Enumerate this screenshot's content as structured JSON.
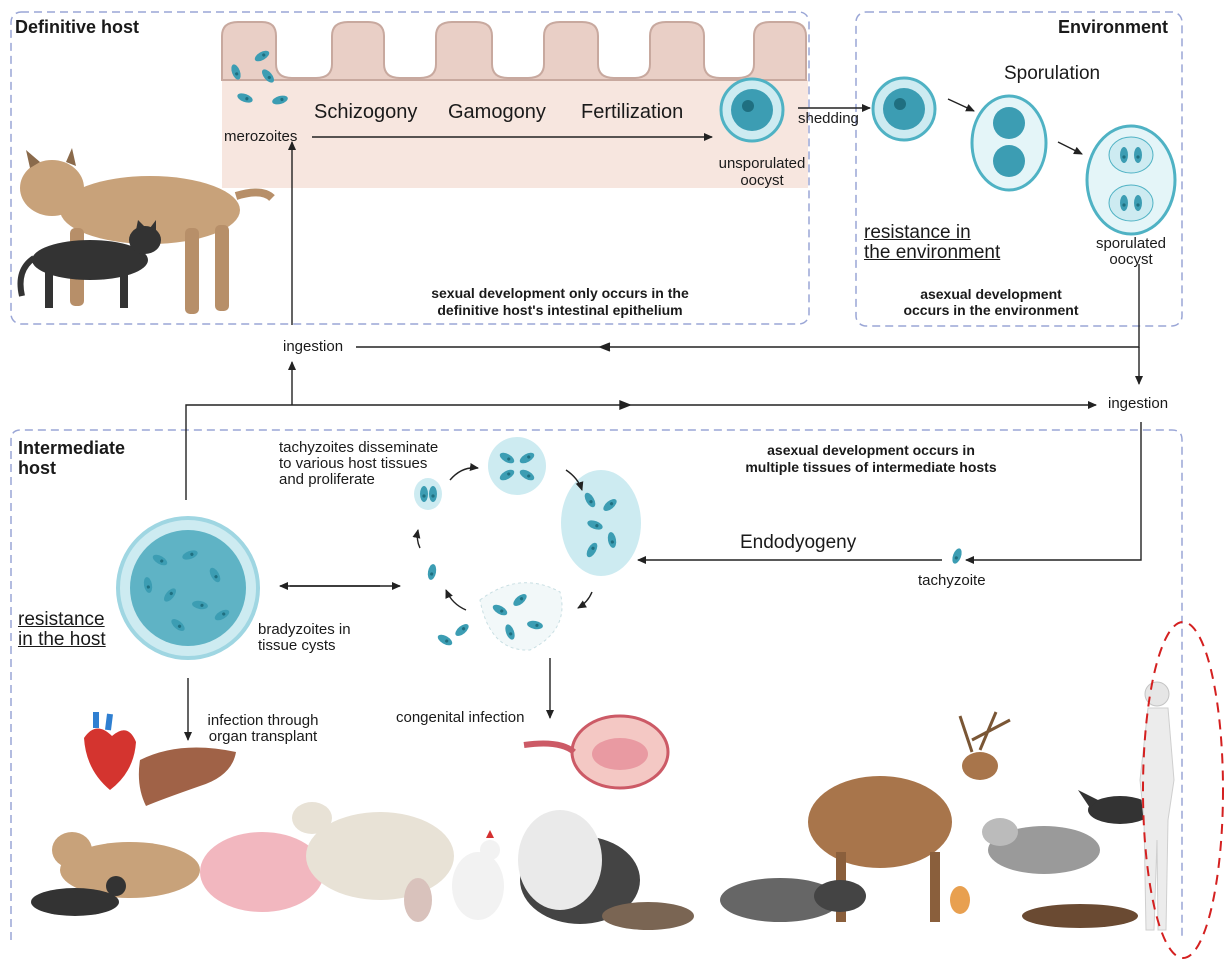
{
  "panels": {
    "definitive_title": "Definitive host",
    "environment_title": "Environment",
    "intermediate_title_line1": "Intermediate",
    "intermediate_title_line2": "host"
  },
  "definitive": {
    "merozoites": "merozoites",
    "schizogony": "Schizogony",
    "gamogony": "Gamogony",
    "fertilization": "Fertilization",
    "unsporulated_line1": "unsporulated",
    "unsporulated_line2": "oocyst",
    "note_line1": "sexual development only occurs in the",
    "note_line2": "definitive host's intestinal epithelium"
  },
  "environment": {
    "shedding": "shedding",
    "sporulation": "Sporulation",
    "resistance_line1": "resistance in",
    "resistance_line2": "the environment",
    "sporulated_line1": "sporulated",
    "sporulated_line2": "oocyst",
    "note_line1": "asexual development",
    "note_line2": "occurs in the environment"
  },
  "flow": {
    "ingestion_left": "ingestion",
    "ingestion_right": "ingestion"
  },
  "intermediate": {
    "tachy_line1": "tachyzoites disseminate",
    "tachy_line2": "to various host tissues",
    "tachy_line3": "and proliferate",
    "note_line1": "asexual development  occurs in",
    "note_line2": "multiple tissues of intermediate hosts",
    "endodyogeny": "Endodyogeny",
    "tachyzoite": "tachyzoite",
    "resistance_line1": "resistance",
    "resistance_line2": "in the host",
    "brady_line1": "bradyzoites in",
    "brady_line2": "tissue cysts",
    "organ_line1": "infection through",
    "organ_line2": "organ transplant",
    "congenital": "congenital infection"
  },
  "colors": {
    "panel_border": "#9aa6d6",
    "parasite": "#3c9db3",
    "cyst_fill": "#cdebf1",
    "epithelium": "#f7e6df",
    "highlight_oval": "#d42020"
  }
}
